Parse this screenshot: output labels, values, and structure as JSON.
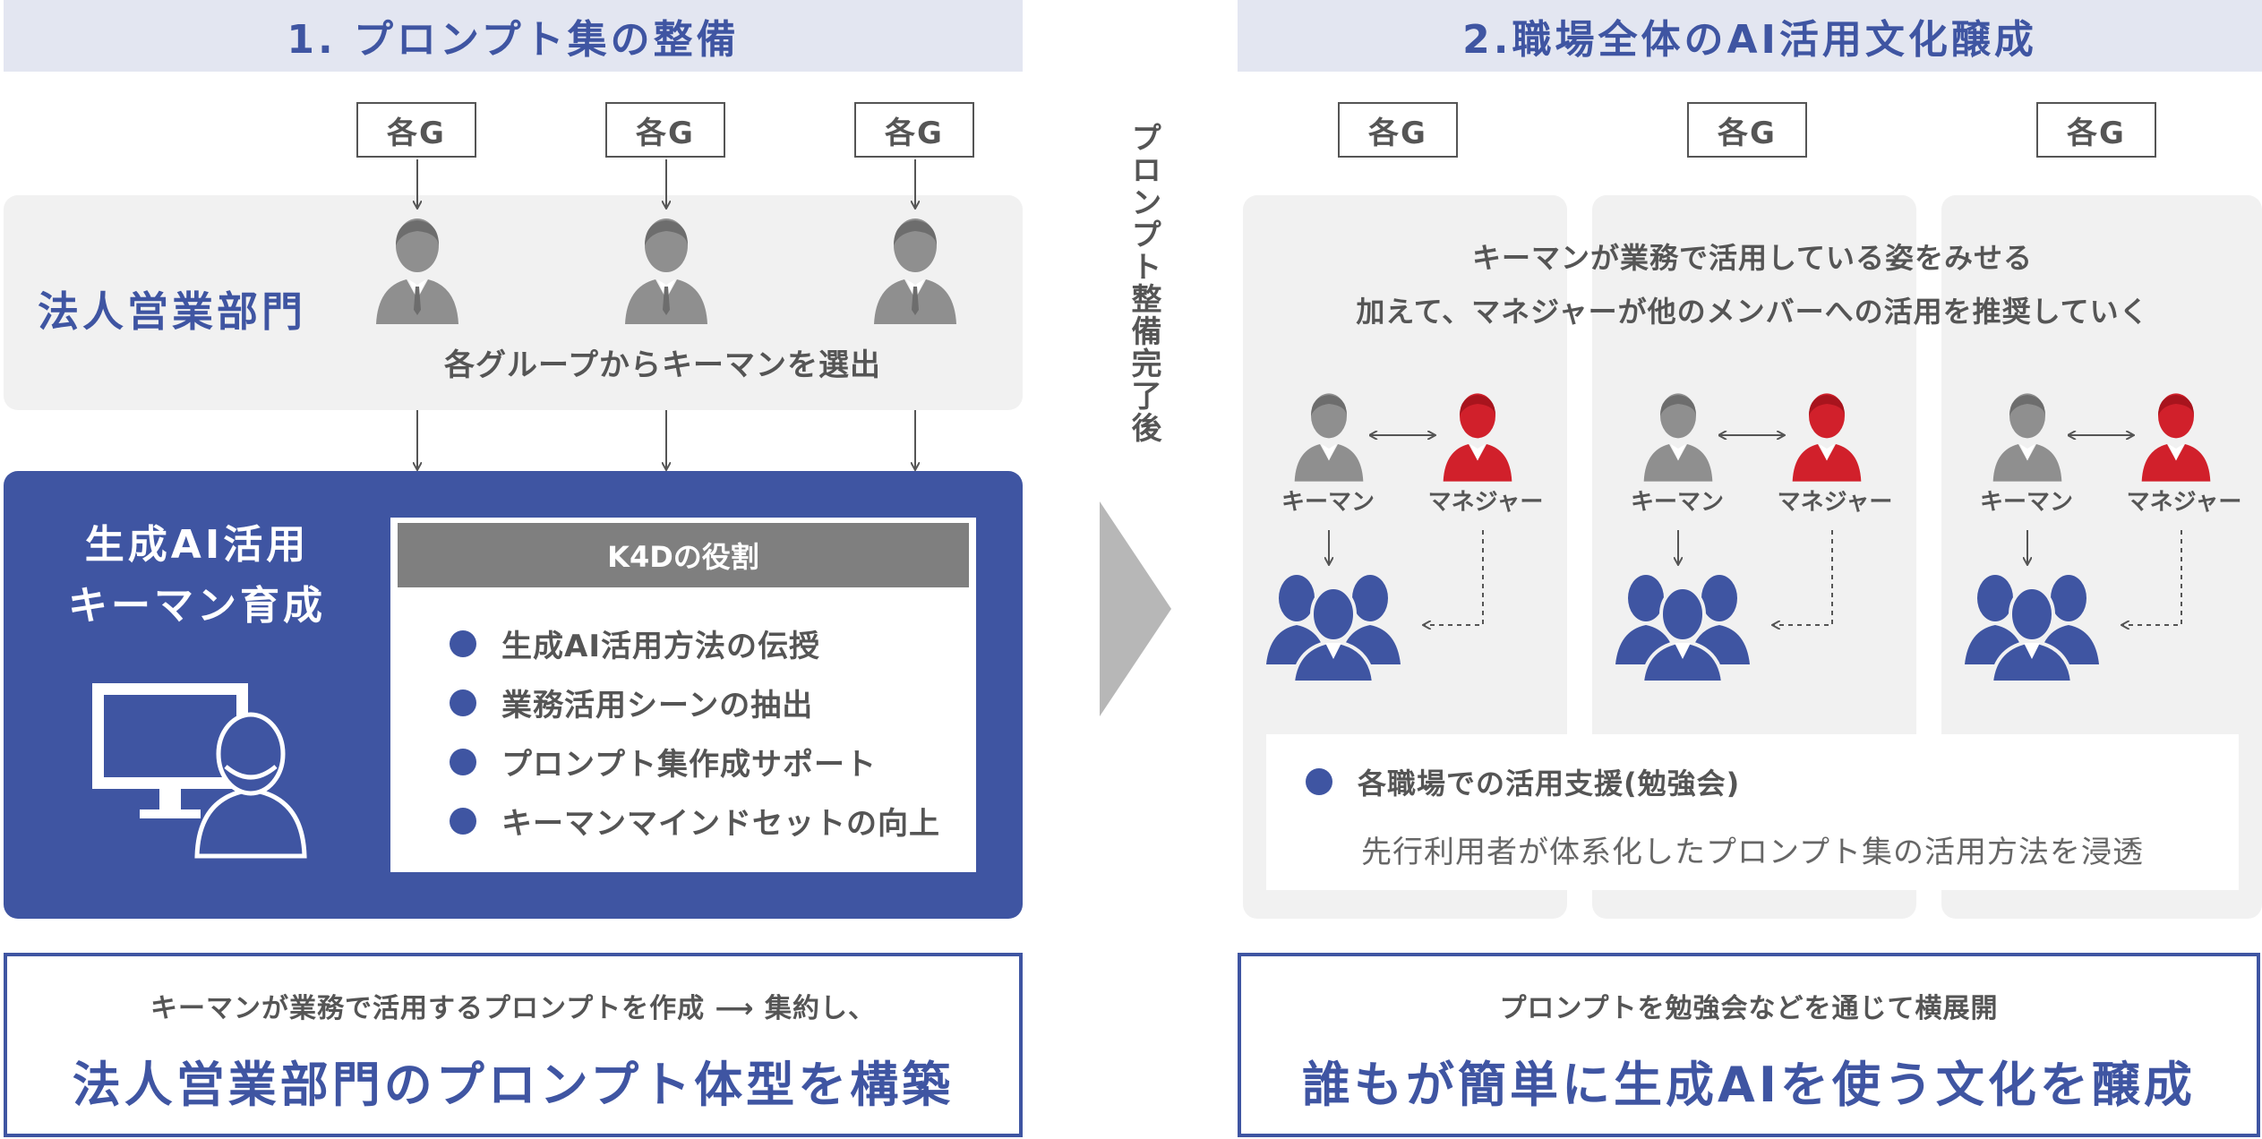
{
  "left": {
    "header": "1. プロンプト集の整備",
    "groups": [
      "各G",
      "各G",
      "各G"
    ],
    "dept_label": "法人営業部門",
    "selection_text": "各グループからキーマンを選出",
    "training_title_line1": "生成AI活用",
    "training_title_line2": "キーマン育成",
    "role_box": {
      "title": "K4Dの役割",
      "items": [
        "生成AI活用方法の伝授",
        "業務活用シーンの抽出",
        "プロンプト集作成サポート",
        "キーマンマインドセットの向上"
      ]
    },
    "summary_small": "キーマンが業務で活用するプロンプトを作成 ⟶ 集約し、",
    "summary_large": "法人営業部門のプロンプト体型を構築"
  },
  "transition": {
    "label": "プロンプト整備完了後"
  },
  "right": {
    "header": "2.職場全体のAI活用文化醸成",
    "groups": [
      "各G",
      "各G",
      "各G"
    ],
    "description_line1": "キーマンが業務で活用している姿をみせる",
    "description_line2": "加えて、マネジャーが他のメンバーへの活用を推奨していく",
    "roles": {
      "keyman": "キーマン",
      "manager": "マネジャー"
    },
    "support_title": "各職場での活用支援(勉強会)",
    "support_text": "先行利用者が体系化したプロンプト集の活用方法を浸透",
    "summary_small": "プロンプトを勉強会などを通じて横展開",
    "summary_large": "誰もが簡単に生成AIを使う文化を醸成"
  },
  "colors": {
    "primary": "#3f55a2",
    "header_bg": "#e3e6f1",
    "panel_grey": "#f1f1f1",
    "person_grey": "#8f8f8f",
    "manager_red": "#d1202b",
    "role_header": "#7f7f7f",
    "arrow_grey": "#b7b7b7"
  }
}
